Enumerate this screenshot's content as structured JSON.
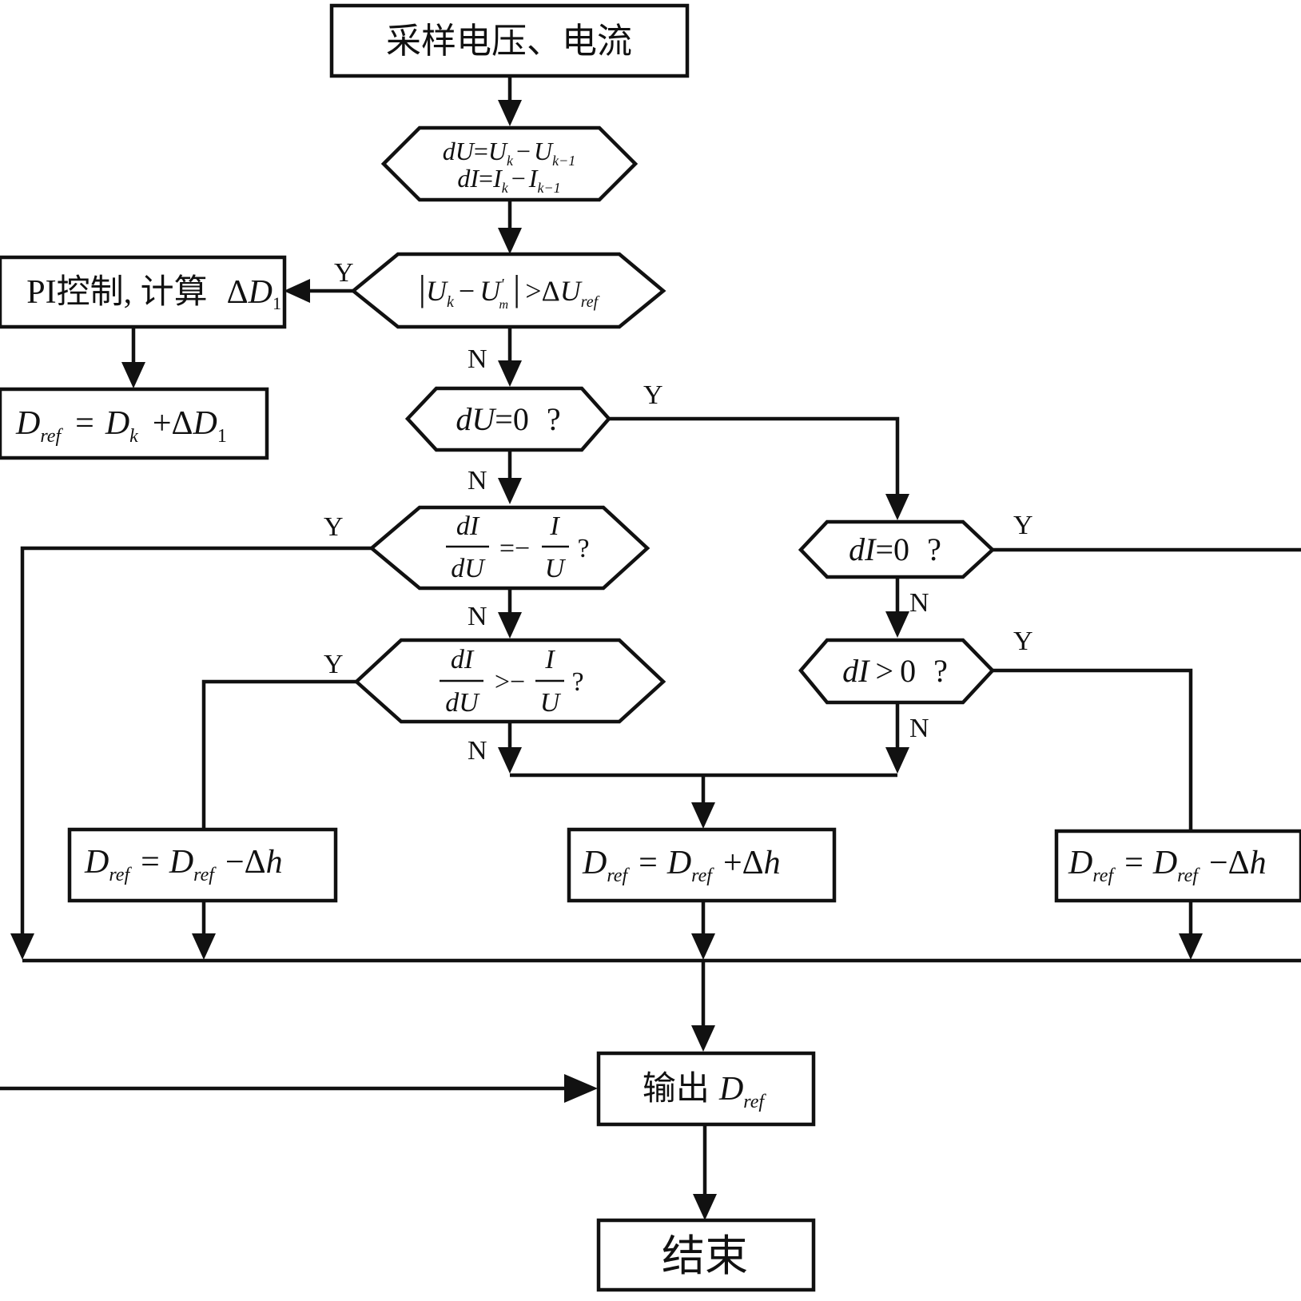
{
  "nodes": {
    "sample": "采样电压、电流",
    "diff_du": {
      "a": "dU",
      "eq": "=",
      "b": "U",
      "b_sub": "k",
      "op": "−",
      "c": "U",
      "c_sub": "k−1"
    },
    "diff_di": {
      "a": "dI",
      "eq": "=",
      "b": "I",
      "b_sub": "k",
      "op": "−",
      "c": "I",
      "c_sub": "k−1"
    },
    "check_dev": {
      "b1": "|",
      "u": "U",
      "u_sub": "k",
      "op": "−",
      "um": "U",
      "um_sup": "'",
      "um_sub": "m",
      "b2": "|",
      "gt": ">",
      "delta": "Δ",
      "uref": "U",
      "uref_sub": "ref"
    },
    "pi_ctrl": {
      "text": "PI控制, 计算",
      "delta": "Δ",
      "d": "D",
      "d_sub": "1"
    },
    "dref_pi": {
      "d": "D",
      "d_sub": "ref",
      "eq": "=",
      "dk": "D",
      "dk_sub": "k",
      "plus": "+",
      "delta": "Δ",
      "d1": "D",
      "d1_sub": "1"
    },
    "du_zero": {
      "a": "dU",
      "eq": "=0",
      "q": "?"
    },
    "di_du_eq": {
      "num": "dI",
      "den": "dU",
      "rel": "=−",
      "num2": "I",
      "den2": "U",
      "q": "?"
    },
    "di_du_gt": {
      "num": "dI",
      "den": "dU",
      "rel": ">−",
      "num2": "I",
      "den2": "U",
      "q": "?"
    },
    "di_zero": {
      "a": "dI",
      "eq": "=0",
      "q": "?"
    },
    "di_pos": {
      "a": "dI",
      "gt": ">",
      "z": "0",
      "q": "?"
    },
    "dec_left": {
      "d": "D",
      "d_sub": "ref",
      "eq": "=",
      "d2": "D",
      "d2_sub": "ref",
      "op": "−",
      "delta": "Δ",
      "h": "h"
    },
    "inc_mid": {
      "d": "D",
      "d_sub": "ref",
      "eq": "=",
      "d2": "D",
      "d2_sub": "ref",
      "op": "+",
      "delta": "Δ",
      "h": "h"
    },
    "dec_right": {
      "d": "D",
      "d_sub": "ref",
      "eq": "=",
      "d2": "D",
      "d2_sub": "ref",
      "op": "−",
      "delta": "Δ",
      "h": "h"
    },
    "output": {
      "text": "输出",
      "d": "D",
      "d_sub": "ref"
    },
    "end": "结束"
  },
  "branch_labels": {
    "yes": "Y",
    "no": "N"
  }
}
